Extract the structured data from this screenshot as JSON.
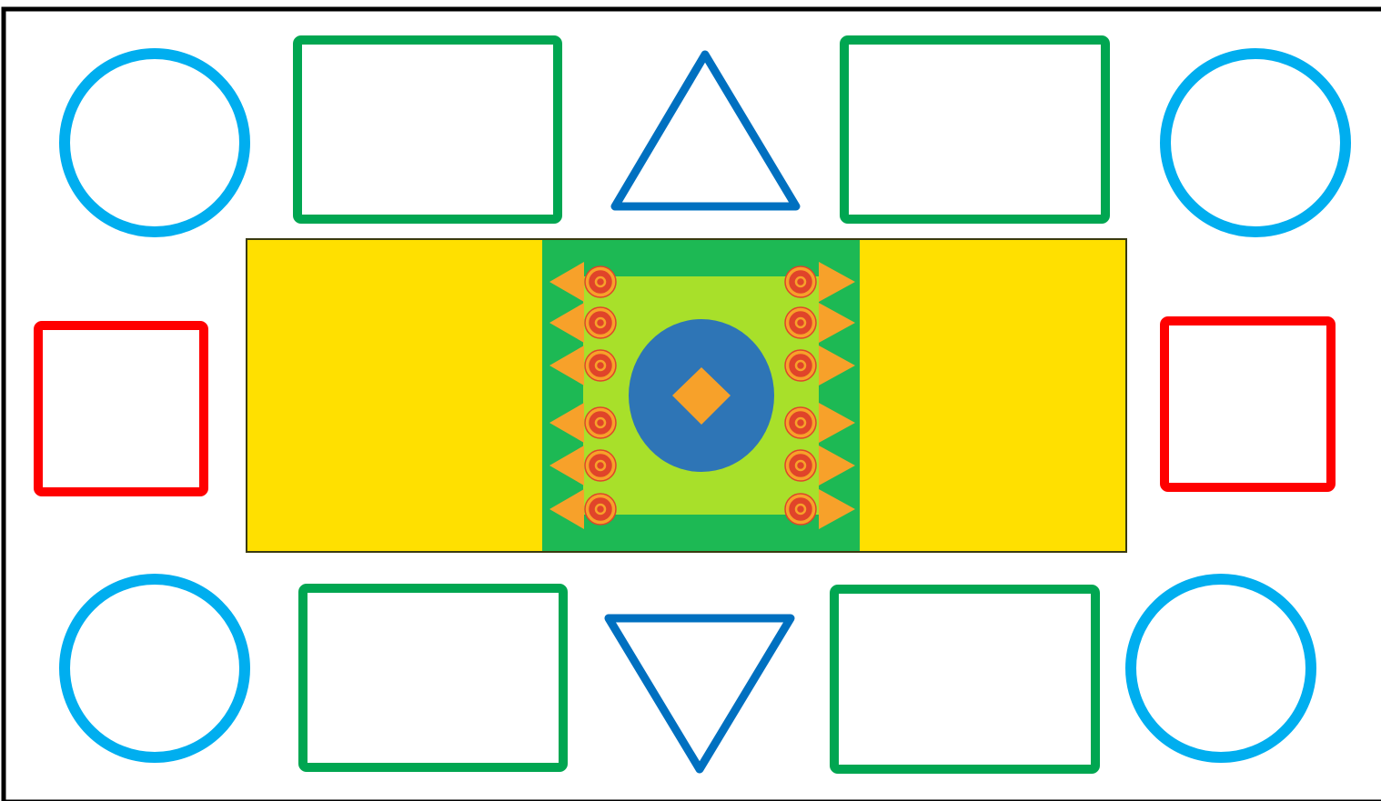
{
  "colors": {
    "background": "#ffffff",
    "frame": "#000000",
    "circle": "#00aeef",
    "rectangle": "#00a651",
    "triangle": "#0070c0",
    "square": "#ff0000",
    "mat_yellow": "#ffe000",
    "mat_green": "#1db954",
    "mat_light_green": "#a8e02a",
    "mat_blue": "#2e75b6",
    "mat_orange": "#f7a12a",
    "mat_red": "#e0442a"
  },
  "shapes": {
    "circles": 4,
    "rectangles": 4,
    "triangles": 2,
    "squares": 2,
    "mats": 1
  }
}
